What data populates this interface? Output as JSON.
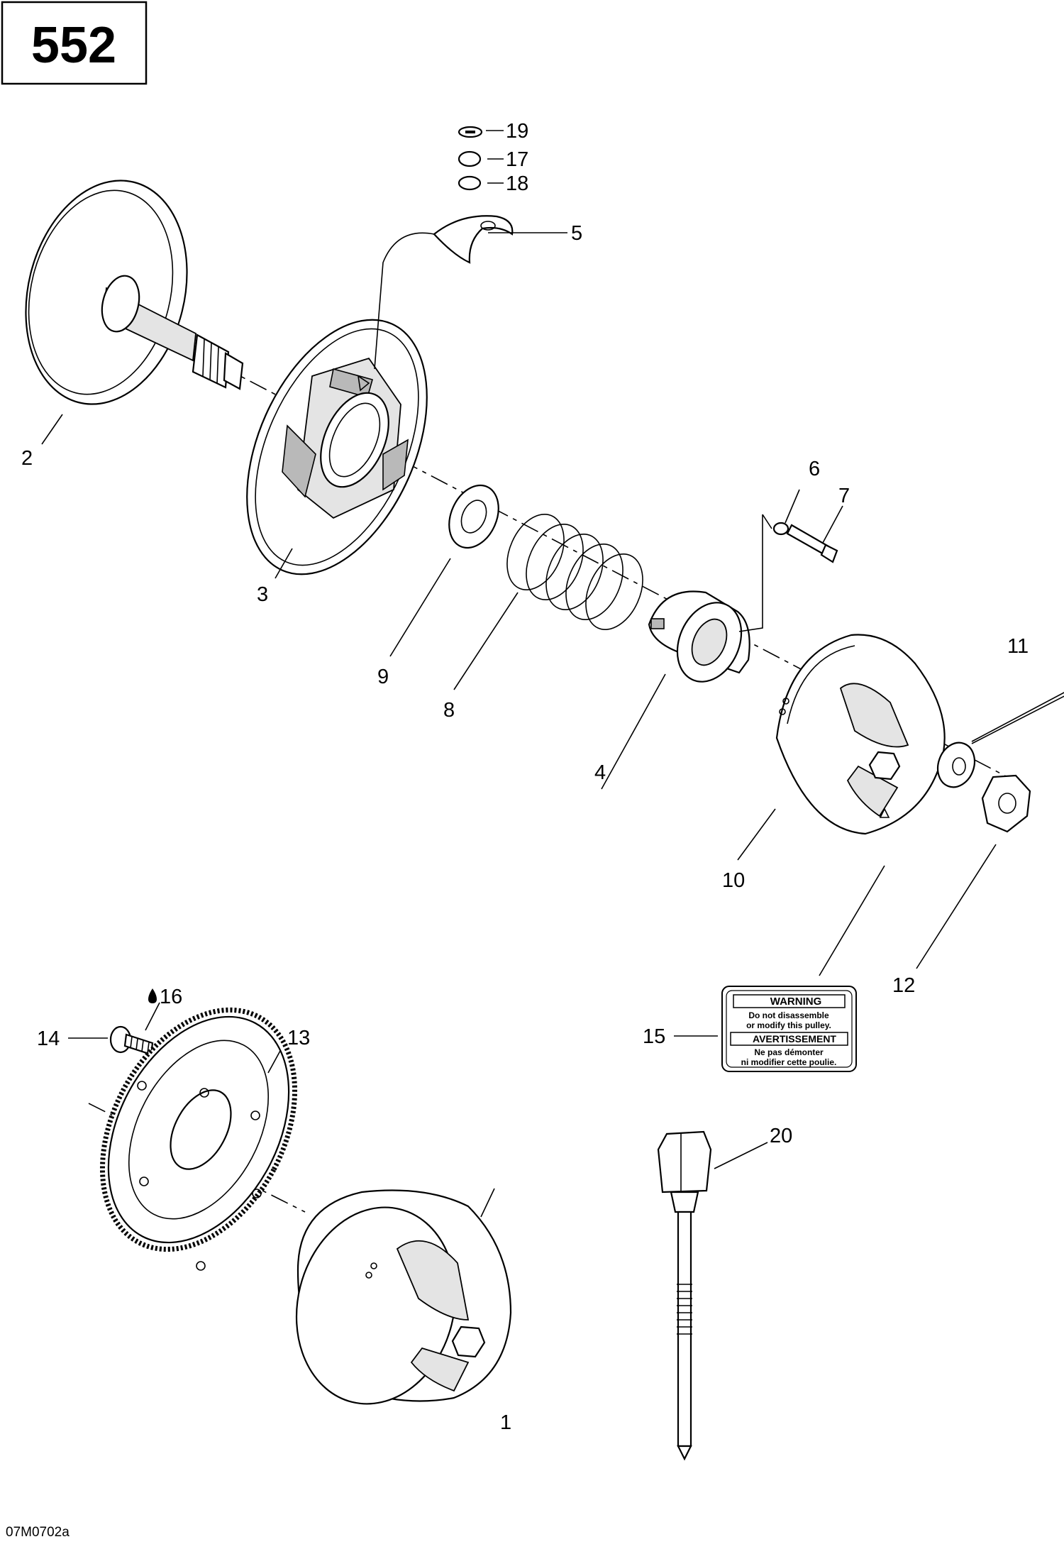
{
  "page_number": "552",
  "figure_code": "07M0702a",
  "callouts": [
    "1",
    "2",
    "3",
    "4",
    "5",
    "6",
    "7",
    "8",
    "9",
    "10",
    "11",
    "12",
    "13",
    "14",
    "15",
    "16",
    "17",
    "18",
    "19",
    "20"
  ],
  "warning_label": {
    "title_en": "WARNING",
    "text_en_1": "Do not disassemble",
    "text_en_2": "or modify this pulley.",
    "title_fr": "AVERTISSEMENT",
    "text_fr_1": "Ne pas démonter",
    "text_fr_2": "ni modifier cette poulie."
  }
}
